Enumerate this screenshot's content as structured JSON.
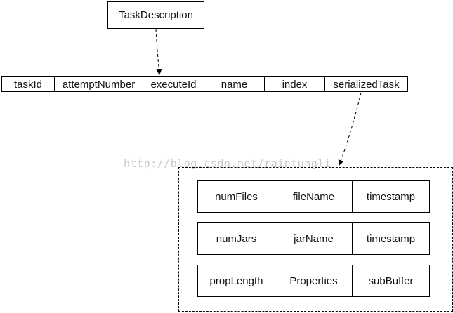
{
  "task_description": {
    "label": "TaskDescription"
  },
  "top_row": [
    "taskId",
    "attemptNumber",
    "executeId",
    "name",
    "index",
    "serializedTask"
  ],
  "inner_rows": [
    [
      "numFiles",
      "fileName",
      "timestamp"
    ],
    [
      "numJars",
      "jarName",
      "timestamp"
    ],
    [
      "propLength",
      "Properties",
      "subBuffer"
    ]
  ],
  "watermark": "http://blog.csdn.net/raintungli"
}
